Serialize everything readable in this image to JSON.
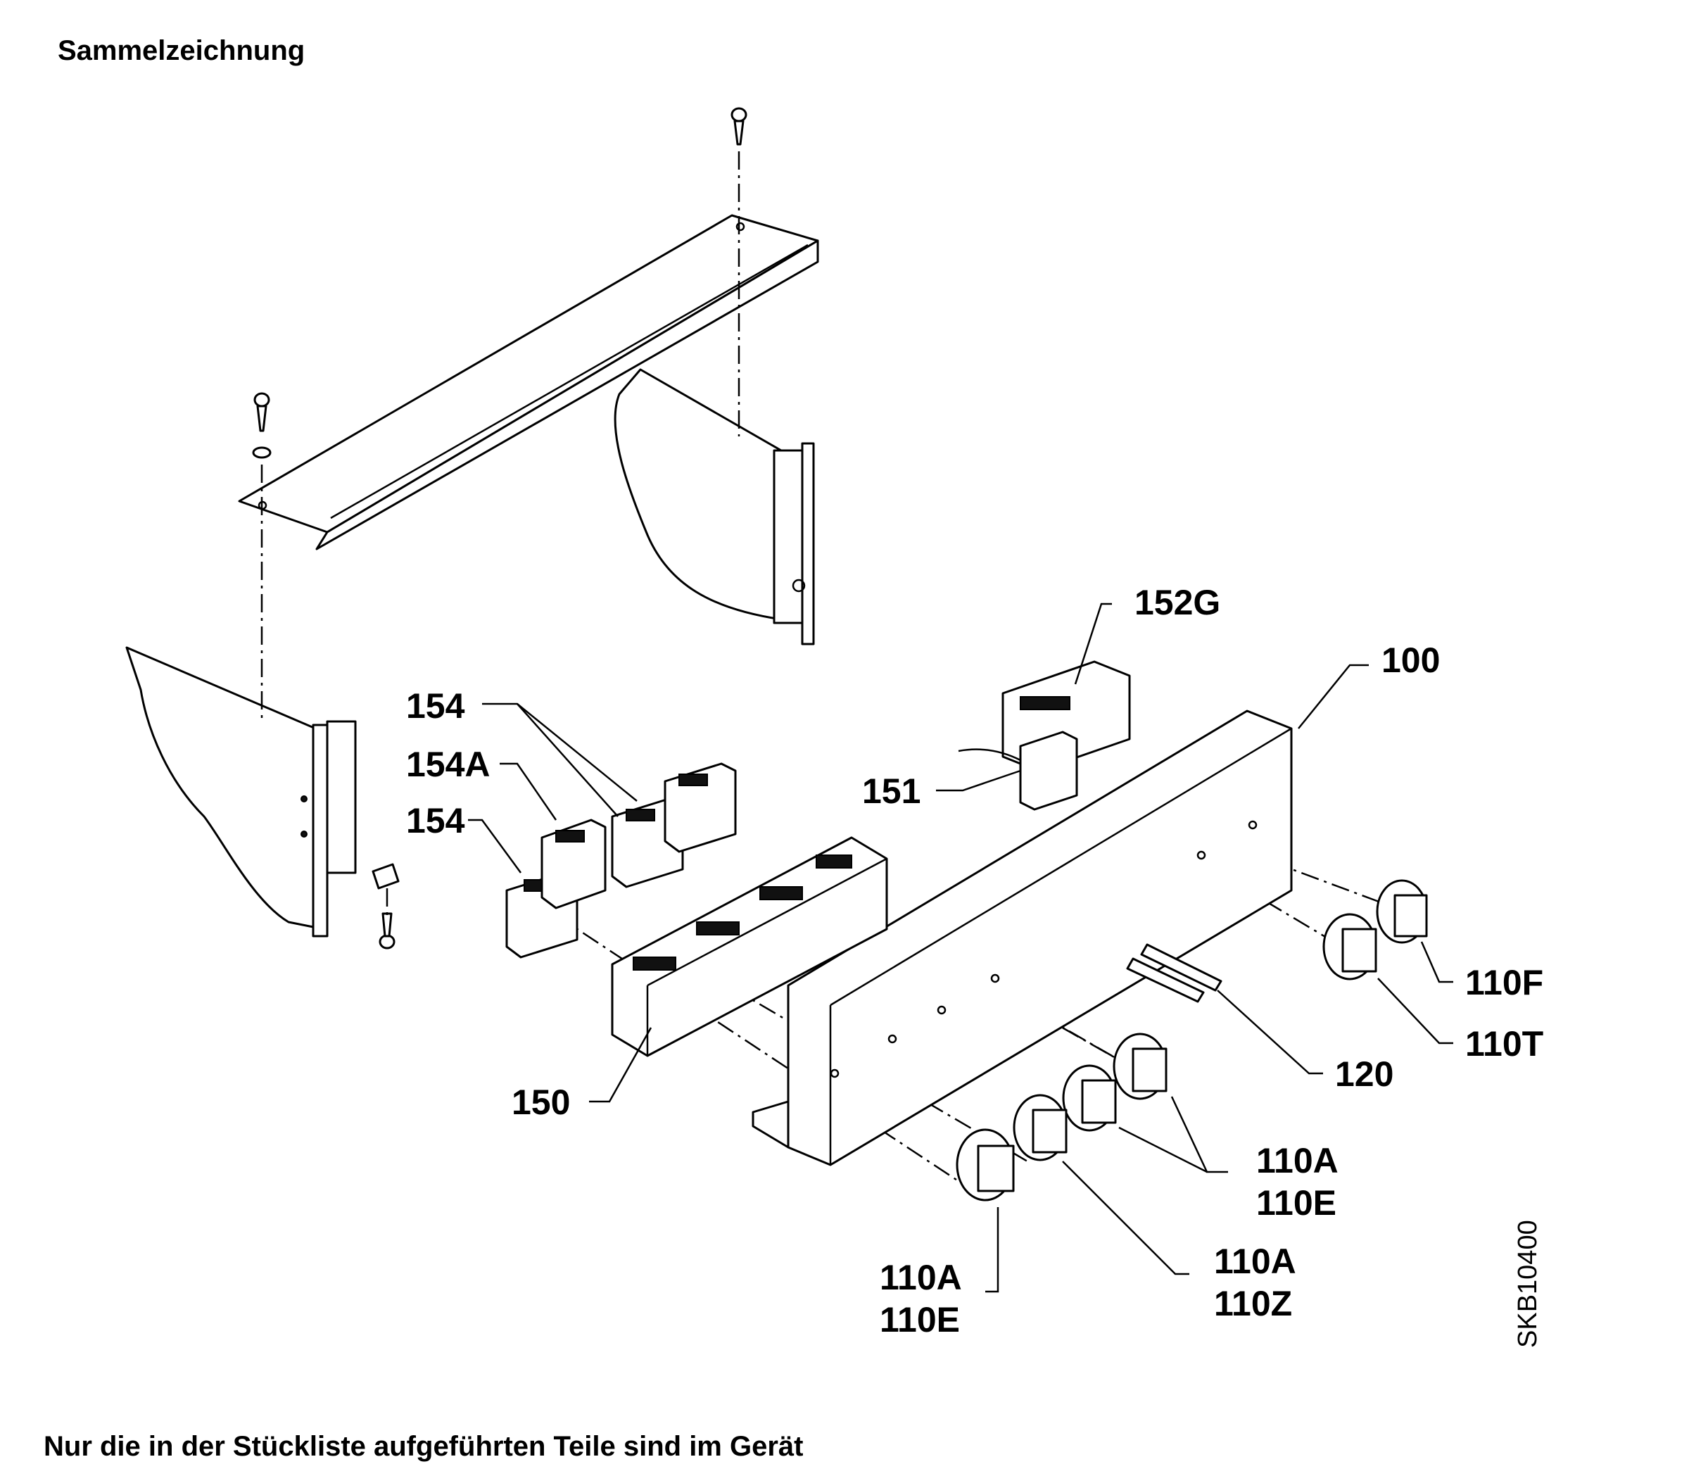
{
  "header": {
    "title": "Sammelzeichnung"
  },
  "footer": {
    "note": "Nur die in der Stückliste aufgeführten Teile sind im Gerät"
  },
  "drawing_id": "SKB10400",
  "part_labels": {
    "p152G": "152G",
    "p100": "100",
    "p154_top": "154",
    "p154A": "154A",
    "p154_bottom": "154",
    "p151": "151",
    "p150": "150",
    "p110F": "110F",
    "p110T": "110T",
    "p120": "120",
    "p110A_r1": "110A",
    "p110E_r1": "110E",
    "p110A_r2": "110A",
    "p110Z": "110Z",
    "p110A_l": "110A",
    "p110E_l": "110E"
  }
}
